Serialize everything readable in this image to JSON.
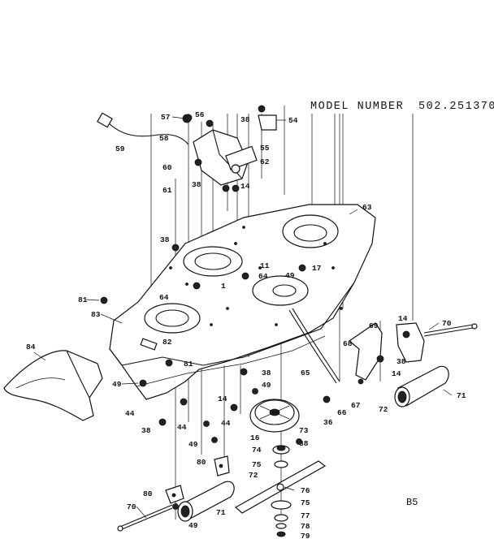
{
  "header": {
    "model_label": "MODEL NUMBER",
    "model_number": "502.251370"
  },
  "page_code": "B5",
  "callouts": [
    "57",
    "56",
    "38",
    "54",
    "59",
    "58",
    "55",
    "60",
    "62",
    "38",
    "61",
    "14",
    "63",
    "38",
    "11",
    "17",
    "49",
    "64",
    "1",
    "81",
    "64",
    "83",
    "82",
    "81",
    "84",
    "69",
    "14",
    "70",
    "68",
    "38",
    "14",
    "65",
    "71",
    "66",
    "67",
    "72",
    "36",
    "49",
    "38",
    "49",
    "44",
    "14",
    "38",
    "44",
    "44",
    "49",
    "16",
    "73",
    "38",
    "74",
    "75",
    "80",
    "72",
    "76",
    "80",
    "70",
    "71",
    "75",
    "77",
    "49",
    "78",
    "79"
  ]
}
